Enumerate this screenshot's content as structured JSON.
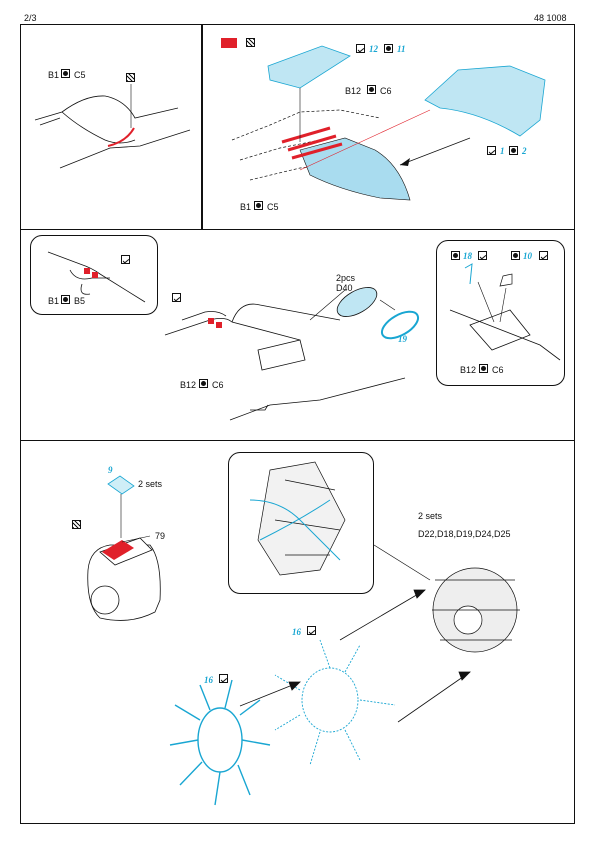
{
  "header": {
    "page": "2/3",
    "code": "48 1008"
  },
  "step1": {
    "left_ref": "B1",
    "left_ref2": "C5",
    "top_ref": "B12",
    "top_ref2": "C6",
    "bottom_ref": "B1",
    "bottom_ref2": "C5",
    "part_12": "12",
    "part_11": "11",
    "part_1": "1",
    "part_2": "2"
  },
  "step2": {
    "detail_ref": "B1",
    "detail_ref2": "B5",
    "mid_ref": "B12",
    "mid_ref2": "C6",
    "qty": "2pcs",
    "clear_part": "D40",
    "part_19": "19",
    "part_18": "18",
    "part_10": "10",
    "right_ref": "B12",
    "right_ref2": "C6"
  },
  "step3": {
    "part_9": "9",
    "sets_a": "2 sets",
    "part_79": "79",
    "sets_b": "2 sets",
    "engine_parts": "D22,D18,D19,D24,D25",
    "part_16a": "16",
    "part_16b": "16"
  },
  "colors": {
    "etch": "#19a6d2",
    "paint": "#e0202a"
  },
  "icons": [
    "circle-part-icon",
    "fold-icon",
    "glue-icon",
    "red-paint-icon"
  ]
}
